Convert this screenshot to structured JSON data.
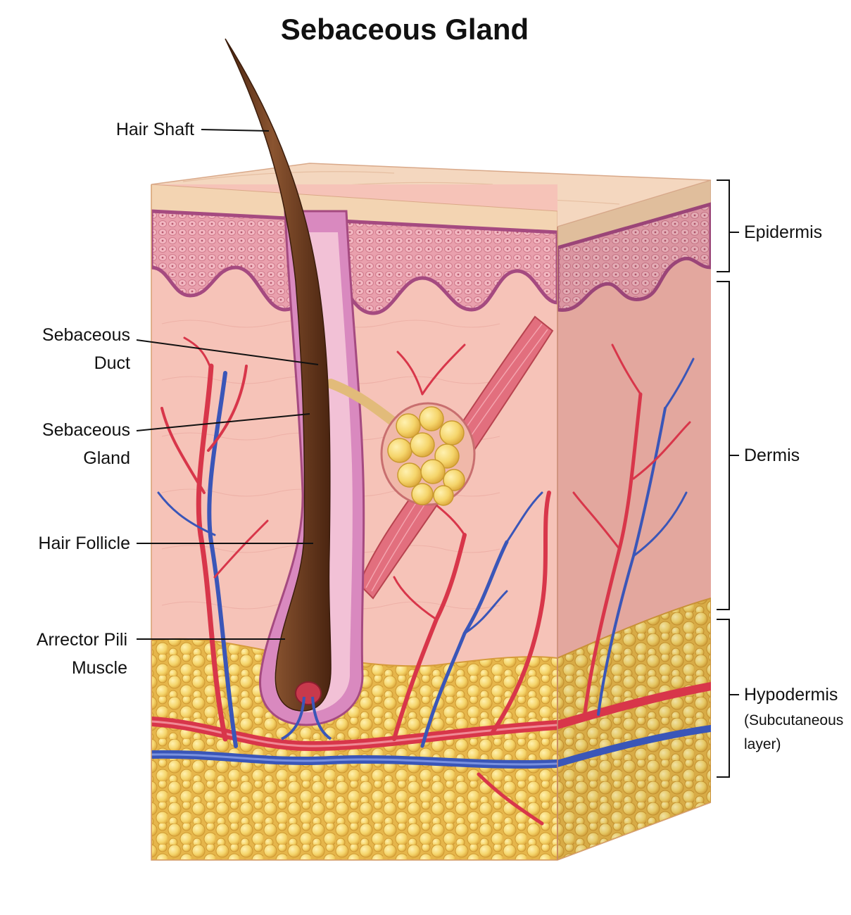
{
  "title": "Sebaceous Gland",
  "labels_left": {
    "hair_shaft": [
      "Hair Shaft"
    ],
    "sebaceous_duct": [
      "Sebaceous",
      "Duct"
    ],
    "sebaceous_gland": [
      "Sebaceous",
      "Gland"
    ],
    "hair_follicle": [
      "Hair Follicle"
    ],
    "arrector_pili": [
      "Arrector Pili",
      "Muscle"
    ]
  },
  "labels_right": {
    "epidermis": "Epidermis",
    "dermis": "Dermis",
    "hypodermis": "Hypodermis",
    "hypodermis_sub": [
      "(Subcutaneous",
      "layer)"
    ]
  },
  "colors": {
    "epidermis_top": "#f3d0b4",
    "epidermis_cells": "#e58a9c",
    "dermis": "#f6c2b8",
    "fat": "#f5d56b",
    "fat_shadow": "#e2ad3b",
    "hair": "#6b3a1c",
    "artery": "#d8364a",
    "vein": "#3a56b8",
    "follicle": "#c77bb0"
  }
}
